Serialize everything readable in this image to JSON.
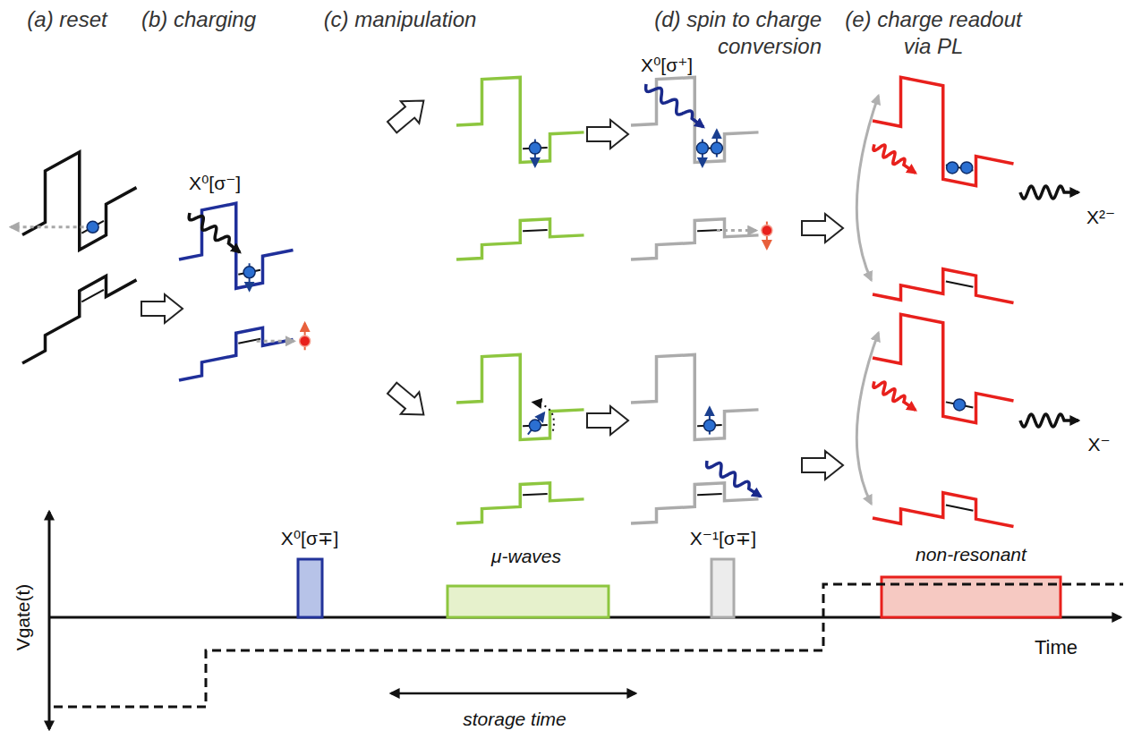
{
  "diagram": {
    "labels": [
      "(a) reset",
      "(b) charging",
      "(c) manipulation",
      "(d) spin to charge conversion",
      "(e) charge readout via PL",
      "X⁰[σ⁻]",
      "X⁰[σ⁺]",
      "X²⁻",
      "X⁻",
      "X⁰[σ∓]",
      "μ-waves",
      "X⁻¹[σ∓]",
      "non-resonant",
      "Vgate(t)",
      "Time",
      "storage time"
    ]
  }
}
